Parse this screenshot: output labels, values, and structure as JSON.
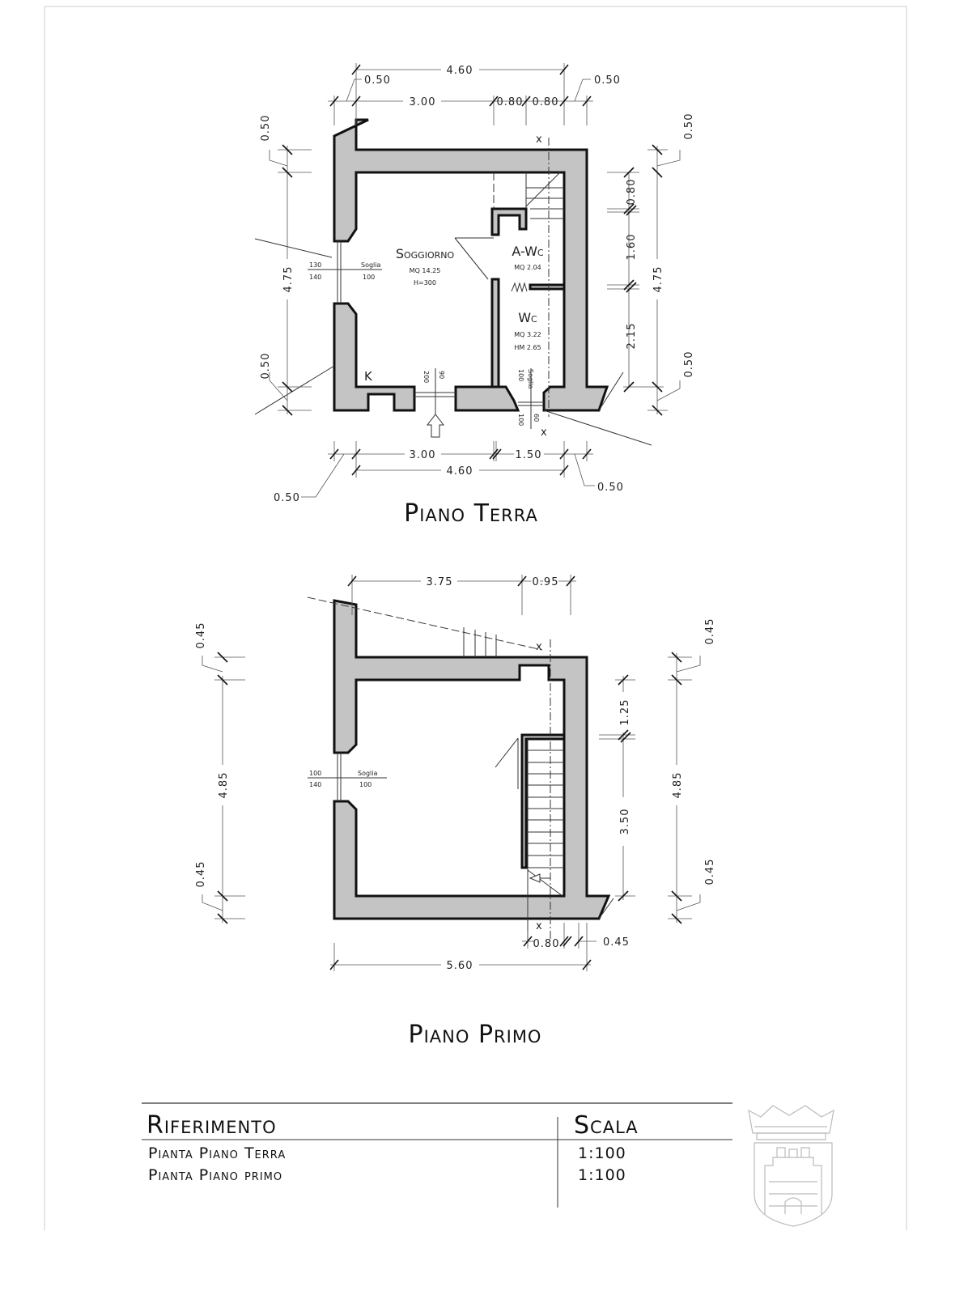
{
  "piano_terra": {
    "title": "Piano Terra",
    "rooms": {
      "soggiorno": {
        "name": "Soggiorno",
        "area": "MQ 14.25",
        "height": "H=300"
      },
      "awc": {
        "name": "A-Wc",
        "area": "MQ 2.04"
      },
      "wc": {
        "name": "Wc",
        "area": "MQ 3.22",
        "height": "HM 2.65"
      },
      "kitchen": "K"
    },
    "window": {
      "top": "130",
      "bottom": "140",
      "soglia": "Soglia",
      "soglia_val": "100"
    },
    "door": {
      "a": "200",
      "b": "90"
    },
    "wc_window": {
      "a": "100",
      "soglia": "Soglia",
      "b": "100",
      "c": "60",
      "x": "x"
    },
    "dims": {
      "top_total": "4.60",
      "top_left_offset": "0.50",
      "top_right_offset": "0.50",
      "top_a": "3.00",
      "top_b": "0.80",
      "top_c": "0.80",
      "left_total": "4.75",
      "left_top": "0.50",
      "left_bottom": "0.50",
      "right_a": "0.80",
      "right_b": "1.60",
      "right_c": "2.15",
      "right_total": "4.75",
      "right_top": "0.50",
      "right_bottom": "0.50",
      "bottom_a": "3.00",
      "bottom_b": "1.50",
      "bottom_total": "4.60",
      "bottom_left_offset": "0.50",
      "bottom_right_offset": "0.50"
    },
    "section_mark": "x"
  },
  "piano_primo": {
    "title": "Piano Primo",
    "window": {
      "top": "100",
      "bottom": "140",
      "soglia": "Soglia",
      "soglia_val": "100"
    },
    "dims": {
      "top_a": "3.75",
      "top_b": "0.95",
      "left_total": "4.85",
      "left_top": "0.45",
      "left_bottom": "0.45",
      "right_a": "1.25",
      "right_b": "3.50",
      "right_total": "4.85",
      "right_top": "0.45",
      "right_bottom": "0.45",
      "bottom_a": "0.80",
      "bottom_b": "0.45",
      "bottom_total": "5.60"
    },
    "section_mark": "x"
  },
  "title_block": {
    "reference_header": "Riferimento",
    "scale_header": "Scala",
    "rows": [
      {
        "reference": "Pianta Piano Terra",
        "scale": "1:100"
      },
      {
        "reference": "Pianta Piano primo",
        "scale": "1:100"
      }
    ]
  },
  "colors": {
    "wall": "#c4c4c4",
    "line": "#111111"
  }
}
